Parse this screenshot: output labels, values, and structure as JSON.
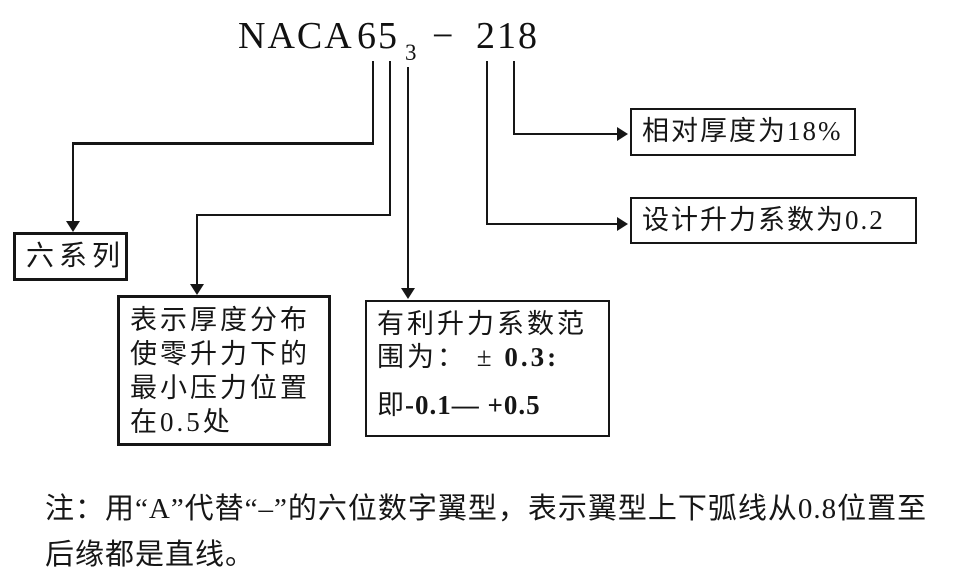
{
  "title": {
    "prefix": "NACA",
    "digits_main": "65",
    "digit_sub": "3",
    "separator": "−",
    "digits_suffix": "218"
  },
  "boxes": {
    "series": {
      "label": "六系列"
    },
    "thickness_position": {
      "text": "表示厚度分布\n使零升力下的\n最小压力位置\n在0.5处"
    },
    "lift_range": {
      "line1": "有利升力系数范",
      "line2_normal": "围为：  ± ",
      "line2_bold": "0.3:",
      "line3_normal": "即",
      "line3_bold": "-0.1— +0.5"
    },
    "design_lift": {
      "label": "设计升力系数为0.2"
    },
    "relative_thickness": {
      "label": "相对厚度为18%"
    }
  },
  "note": {
    "line1": "注：用“A”代替“–”的六位数字翼型，表示翼型上下弧线从0.8位置至",
    "line2": "后缘都是直线。"
  }
}
